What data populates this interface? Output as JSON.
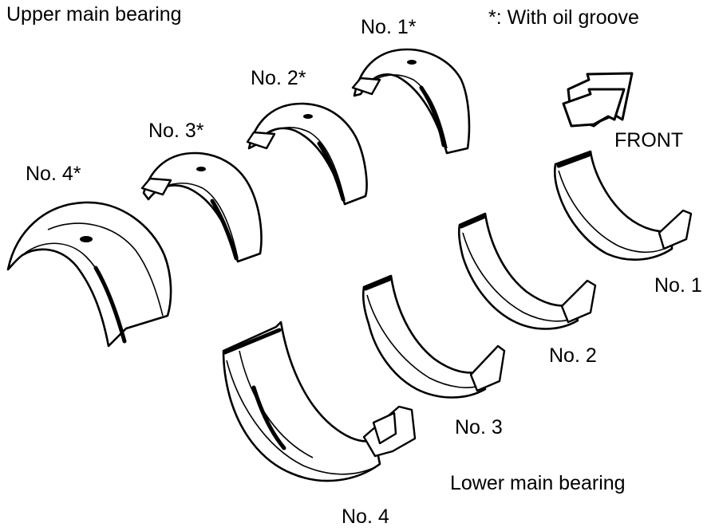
{
  "title_upper": "Upper main bearing",
  "title_lower": "Lower main bearing",
  "legend": "*: With oil groove",
  "front_label": "FRONT",
  "upper_bearings": [
    {
      "label": "No. 1*",
      "oil_groove": true
    },
    {
      "label": "No. 2*",
      "oil_groove": true
    },
    {
      "label": "No. 3*",
      "oil_groove": true
    },
    {
      "label": "No. 4*",
      "oil_groove": true
    }
  ],
  "lower_bearings": [
    {
      "label": "No. 1",
      "oil_groove": false
    },
    {
      "label": "No. 2",
      "oil_groove": false
    },
    {
      "label": "No. 3",
      "oil_groove": false
    },
    {
      "label": "No. 4",
      "oil_groove": false
    }
  ],
  "colors": {
    "line": "#000000",
    "background": "#ffffff"
  }
}
